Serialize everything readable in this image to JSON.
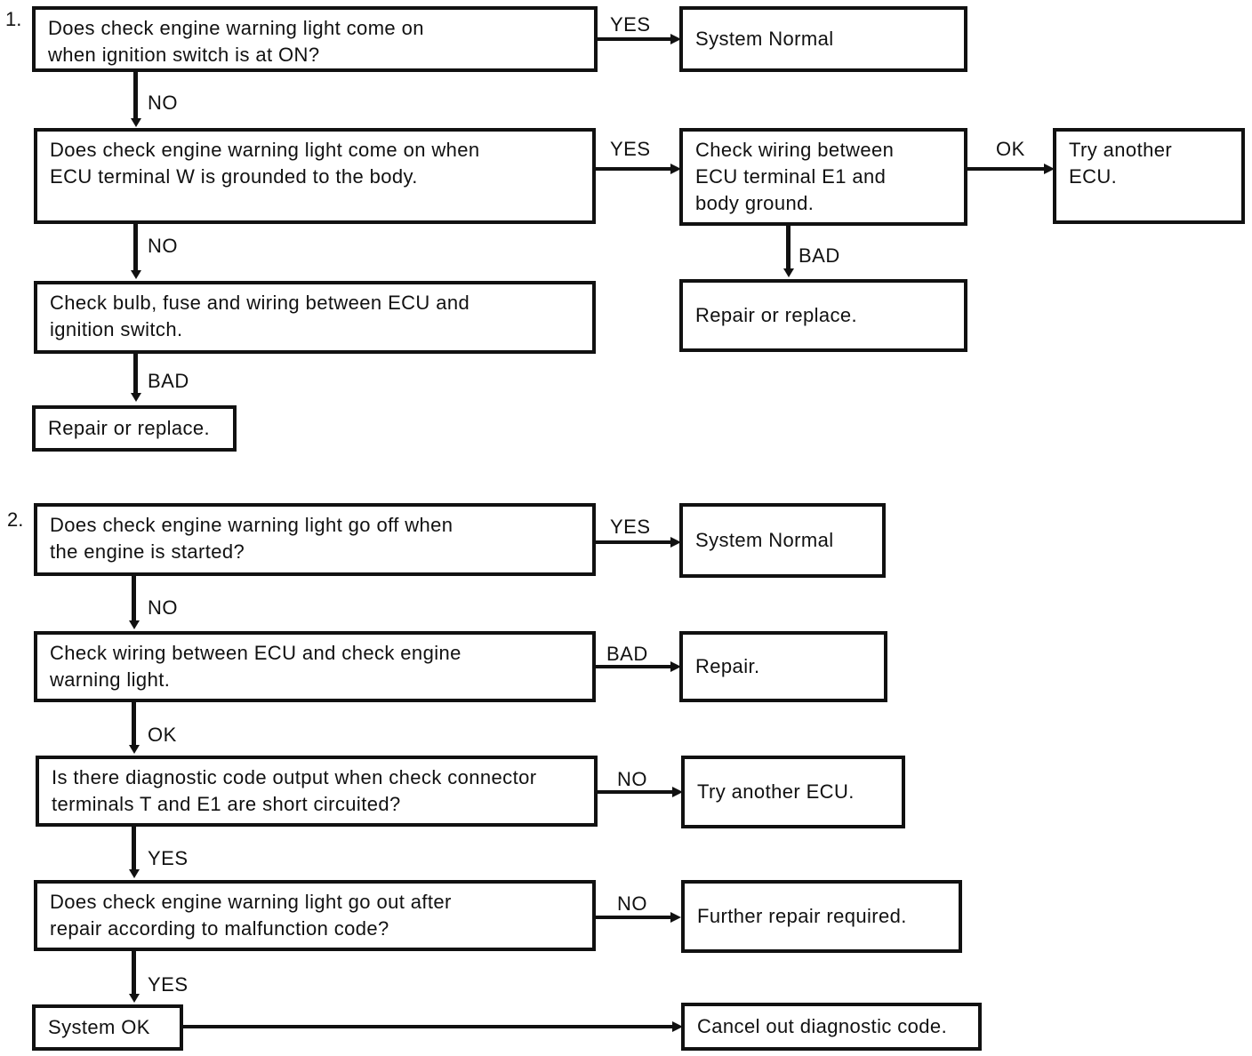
{
  "section1": {
    "number": "1.",
    "q1": "Does check engine warning light come on\nwhen ignition switch is at ON?",
    "q1_yes": "YES",
    "system_normal": "System Normal",
    "q1_no": "NO",
    "q2": "Does check engine warning light come on when\nECU terminal W is grounded to the body.",
    "q2_yes": "YES",
    "check_e1": "Check wiring between\nECU terminal E1 and\nbody ground.",
    "e1_ok": "OK",
    "try_another_ecu": "Try another\nECU.",
    "e1_bad": "BAD",
    "repair_replace_right": "Repair or replace.",
    "q2_no": "NO",
    "check_bulb": "Check bulb, fuse and wiring between ECU and\nignition switch.",
    "bulb_bad": "BAD",
    "repair_replace_left": "Repair or replace."
  },
  "section2": {
    "number": "2.",
    "q1": "Does check engine warning light go off when\nthe engine is started?",
    "q1_yes": "YES",
    "system_normal": "System Normal",
    "q1_no": "NO",
    "check_wiring": "Check wiring between ECU and check engine\nwarning light.",
    "wiring_bad": "BAD",
    "repair": "Repair.",
    "wiring_ok": "OK",
    "q_diag": "Is there diagnostic code output when check connector\nterminals T and E1 are short circuited?",
    "diag_no": "NO",
    "try_another_ecu": "Try another ECU.",
    "diag_yes": "YES",
    "q_out": "Does check engine warning light go out after\nrepair according to malfunction code?",
    "out_no": "NO",
    "further_repair": "Further repair required.",
    "out_yes": "YES",
    "system_ok": "System OK",
    "cancel_code": "Cancel out diagnostic code."
  }
}
